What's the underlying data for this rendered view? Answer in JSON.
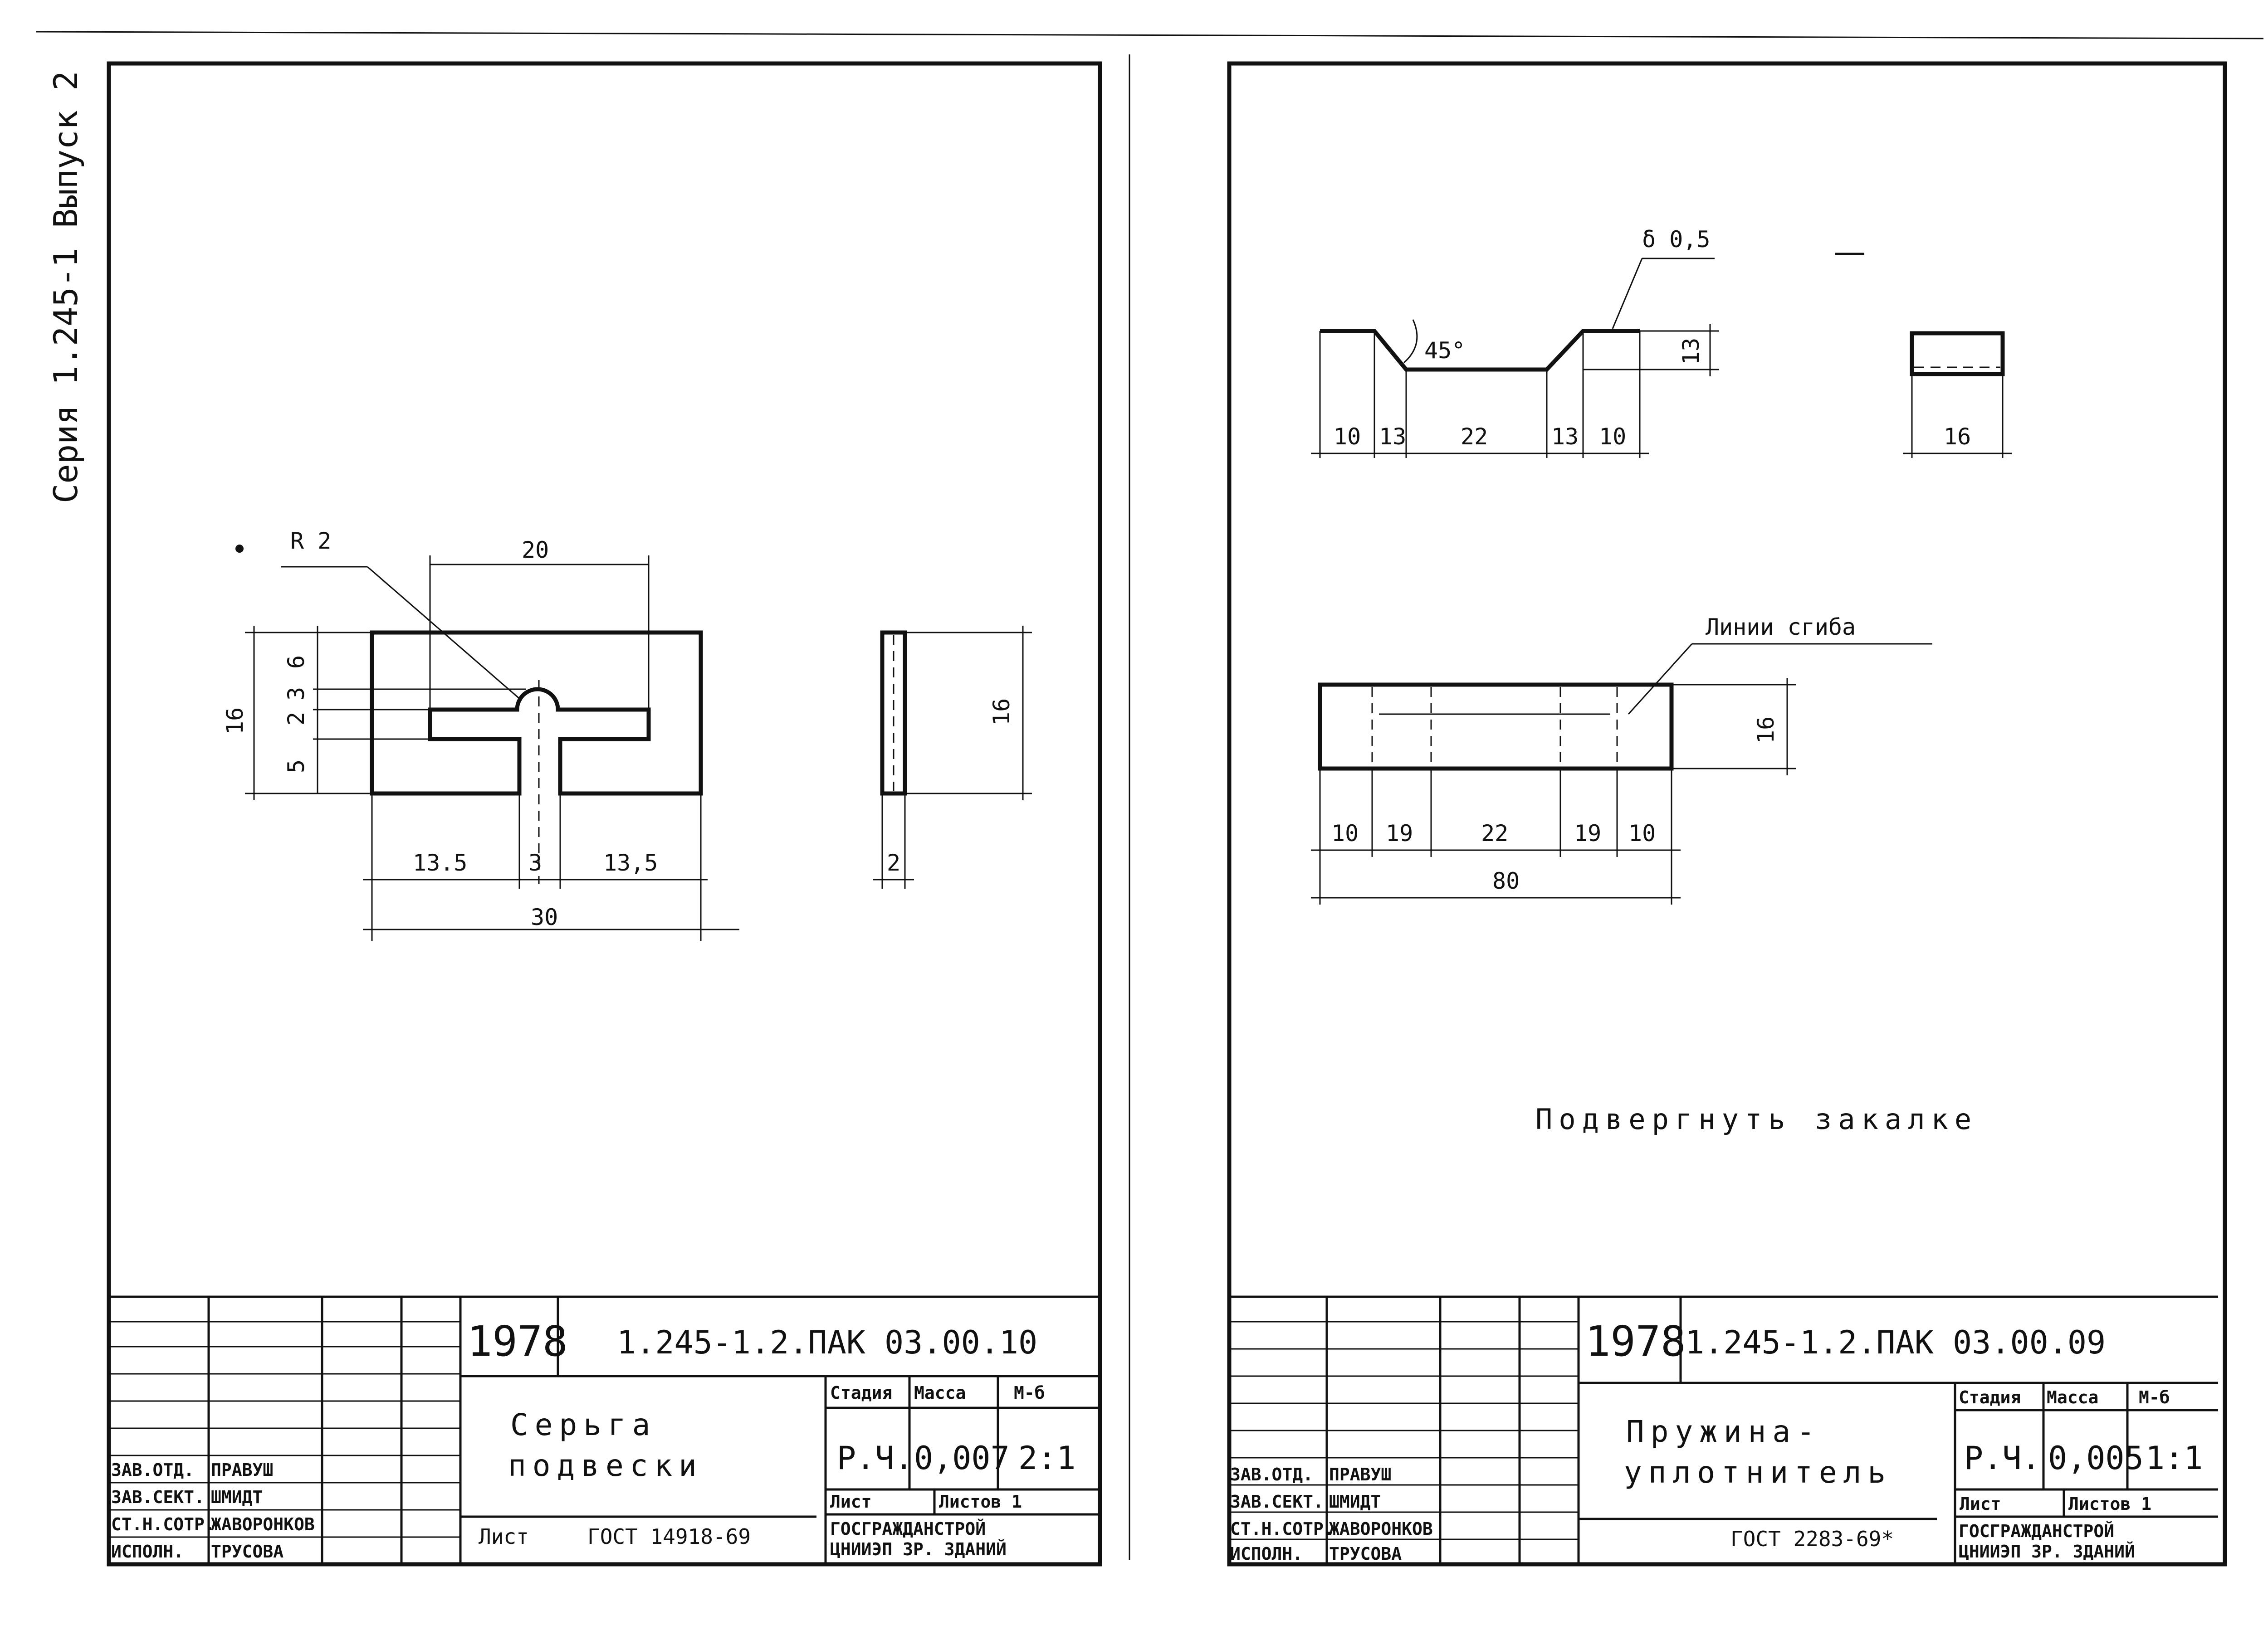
{
  "series_label": "Серия 1.245-1 Выпуск 2",
  "left_sheet": {
    "year": "1978",
    "code": "1.245-1.2.ПАК 03.00.10",
    "title_line1": "Серьга",
    "title_line2": "подвески",
    "stage_header": "Стадия",
    "mass_header": "Масса",
    "scale_header": "М-б",
    "stage": "Р.Ч.",
    "mass": "0,007",
    "scale": "2:1",
    "sheet_label": "Лист",
    "sheets_label": "Листов 1",
    "sheet_word": "Лист",
    "gost": "ГОСТ 14918-69",
    "org_line1": "ГОСГРАЖДАНСТРОЙ",
    "org_line2": "ЦНИИЭП ЗР. ЗДАНИЙ",
    "staff": [
      {
        "role": "ЗАВ.ОТД.",
        "name": "ПРАВУШ"
      },
      {
        "role": "ЗАВ.СЕКТ.",
        "name": "ШМИДТ"
      },
      {
        "role": "СТ.Н.СОТР.",
        "name": "ЖАВОРОНКОВ"
      },
      {
        "role": "ИСПОЛН.",
        "name": "ТРУСОВА"
      }
    ],
    "dims": {
      "radius": "R 2",
      "top_width": "20",
      "d6": "6",
      "d3": "3",
      "d2": "2",
      "d5": "5",
      "height": "16",
      "b1": "13.5",
      "b2": "3",
      "b3": "13,5",
      "total": "30",
      "side_height": "16",
      "side_thickness": "2"
    }
  },
  "right_sheet": {
    "year": "1978",
    "code": "1.245-1.2.ПАК 03.00.09",
    "title_line1": "Пружина-",
    "title_line2": "уплотнитель",
    "stage_header": "Стадия",
    "mass_header": "Масса",
    "scale_header": "М-б",
    "stage": "Р.Ч.",
    "mass": "0,005",
    "scale": "1:1",
    "sheet_label": "Лист",
    "sheets_label": "Листов 1",
    "gost": "ГОСТ 2283-69*",
    "org_line1": "ГОСГРАЖДАНСТРОЙ",
    "org_line2": "ЦНИИЭП ЗР. ЗДАНИЙ",
    "staff": [
      {
        "role": "ЗАВ.ОТД.",
        "name": "ПРАВУШ"
      },
      {
        "role": "ЗАВ.СЕКТ.",
        "name": "ШМИДТ"
      },
      {
        "role": "СТ.Н.СОТР.",
        "name": "ЖАВОРОНКОВ"
      },
      {
        "role": "ИСПОЛН.",
        "name": "ТРУСОВА"
      }
    ],
    "note": "Подвергнуть закалке",
    "bend_label": "Линии сгиба",
    "thickness_label": "δ 0,5",
    "angle": "45°",
    "dims_top": [
      "10",
      "13",
      "22",
      "13",
      "10"
    ],
    "height_top": "13",
    "side_width": "16",
    "dims_flat": [
      "10",
      "19",
      "22",
      "19",
      "10"
    ],
    "flat_total": "80",
    "flat_height": "16"
  }
}
